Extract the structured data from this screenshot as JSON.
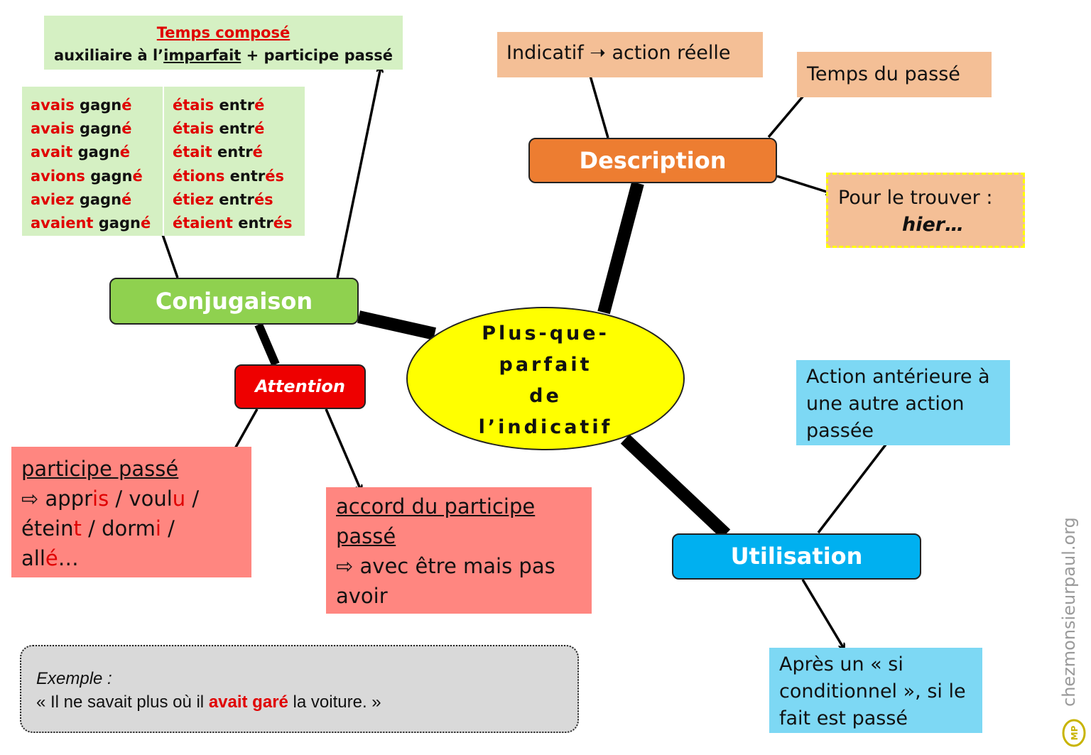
{
  "center": {
    "lines": [
      "Plus-que-",
      "parfait",
      "de",
      "l’indicatif"
    ]
  },
  "conjugaison": {
    "label": "Conjugaison",
    "temps_compose": {
      "title": "Temps composé",
      "formula_pre": "auxiliaire à l’",
      "formula_u": "imparfait",
      "formula_post": " + participe passé"
    },
    "table": {
      "col1": [
        {
          "aux": "avais",
          "stem": " gagn",
          "end": "é"
        },
        {
          "aux": "avais",
          "stem": " gagn",
          "end": "é"
        },
        {
          "aux": "avait",
          "stem": " gagn",
          "end": "é"
        },
        {
          "aux": "avions",
          "stem": " gagn",
          "end": "é"
        },
        {
          "aux": "aviez",
          "stem": " gagn",
          "end": "é"
        },
        {
          "aux": "avaient",
          "stem": " gagn",
          "end": "é"
        }
      ],
      "col2": [
        {
          "aux": "étais",
          "stem": " entr",
          "end": "é"
        },
        {
          "aux": "étais",
          "stem": " entr",
          "end": "é"
        },
        {
          "aux": "était",
          "stem": " entr",
          "end": "é"
        },
        {
          "aux": "étions",
          "stem": " entr",
          "end": "és"
        },
        {
          "aux": "étiez",
          "stem": " entr",
          "end": "és"
        },
        {
          "aux": "étaient",
          "stem": " entr",
          "end": "és"
        }
      ]
    }
  },
  "attention": {
    "label": "Attention",
    "participe": {
      "title": "participe passé",
      "arrow": "⇨",
      "parts": [
        {
          "t": " appr",
          "r": "is"
        },
        {
          "t": " / voul",
          "r": "u"
        },
        {
          "t": " / éteint",
          "r": ""
        },
        {
          "t": "",
          "r": "t"
        },
        {
          "t": " / dorm",
          "r": "i"
        },
        {
          "t": " / all",
          "r": "é"
        },
        {
          "t": "…",
          "r": ""
        }
      ],
      "line1_a": " appr",
      "line1_r1": "is",
      "line1_b": " / voul",
      "line1_r2": "u",
      "line1_c": " /",
      "line2_a": "étein",
      "line2_r1": "t",
      "line2_b": " / dorm",
      "line2_r2": "i",
      "line2_c": " /",
      "line3_a": "all",
      "line3_r1": "é",
      "line3_b": "…"
    },
    "accord": {
      "title_1": "accord du participe",
      "title_2": "passé",
      "arrow": "⇨",
      "text_1": " avec être mais pas",
      "text_2": "avoir"
    }
  },
  "description": {
    "label": "Description",
    "indicatif": {
      "pre": "Indicatif ",
      "arrow": "➝",
      "post": " action réelle"
    },
    "temps": "Temps du passé",
    "trouver": {
      "text": "Pour le trouver :",
      "hint": "hier…"
    }
  },
  "utilisation": {
    "label": "Utilisation",
    "anterieure": [
      "Action antérieure à",
      "une autre action",
      "passée"
    ],
    "si": [
      "Après un « si",
      "conditionnel », si le",
      "fait est passé"
    ]
  },
  "exemple": {
    "label": "Exemple :",
    "pre": "« Il ne savait plus où il ",
    "highlight": "avait garé",
    "post": " la voiture. »"
  },
  "watermark": "chezmonsieurpaul.org",
  "logo": "MP",
  "colors": {
    "green_node": "#8fd14f",
    "orange_node": "#ed7d31",
    "blue_node": "#00b0f0",
    "red_node": "#ee0000",
    "center": "#ffff00",
    "highlight_red": "#e00000"
  }
}
